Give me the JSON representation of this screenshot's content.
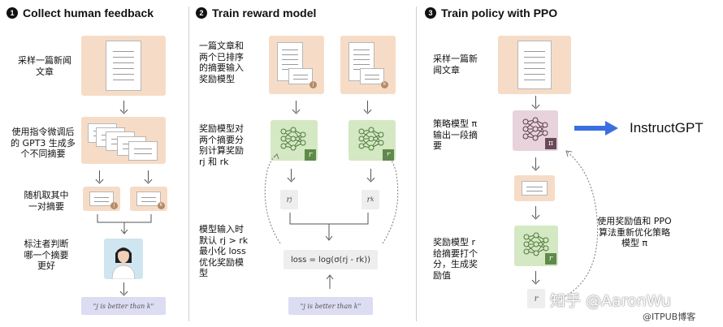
{
  "steps": [
    {
      "num": "1",
      "title": "Collect human feedback"
    },
    {
      "num": "2",
      "title": "Train reward model"
    },
    {
      "num": "3",
      "title": "Train policy with PPO"
    }
  ],
  "panel1": {
    "label_sample": "采样一篇新闻\n文章",
    "label_gpt3": "使用指令微调后\n的 GPT3 生成多\n个不同摘要",
    "label_pick": "随机取其中\n一对摘要",
    "label_annotator": "标注者判断\n哪一个摘要\n更好",
    "badge_j": "j",
    "badge_k": "k",
    "pref_text": "\"j is better than k\""
  },
  "panel2": {
    "label_input": "一篇文章和\n两个已排序\n的摘要输入\n奖励模型",
    "label_reward": "奖励模型对\n两个摘要分\n别计算奖励\nrj 和 rk",
    "label_minloss": "模型输入时\n默认 rj > rk\n最小化 loss\n优化奖励模\n型",
    "badge_j": "j",
    "badge_k": "k",
    "r_tag": "r",
    "rj": "r",
    "rj_sub": "j",
    "rk": "r",
    "rk_sub": "k",
    "loss_formula": "loss = log(σ(rj - rk))",
    "pref_text": "\"j is better than k\""
  },
  "panel3": {
    "label_sample": "采样一篇新\n闻文章",
    "label_policy": "策略模型 π\n输出一段摘\n要",
    "label_rm": "奖励模型 r\n给摘要打个\n分，生成奖\n励值",
    "label_ppo": "使用奖励值和 PPO\n算法重新优化策略\n模型 π",
    "pi_tag": "π",
    "r_tag": "r",
    "r_out": "r",
    "instructgpt": "InstructGPT"
  },
  "watermark": {
    "zhihu": "知乎 @AaronWu",
    "itpub": "@ITPUB博客"
  },
  "colors": {
    "doc_bg": "#f6dcc6",
    "model_green": "#d4e8c4",
    "model_pink": "#e8d3dc",
    "pref_bg": "#dcdcf2",
    "avatar_bg": "#cfe5ef",
    "arrow_blue": "#3b6fe0"
  }
}
